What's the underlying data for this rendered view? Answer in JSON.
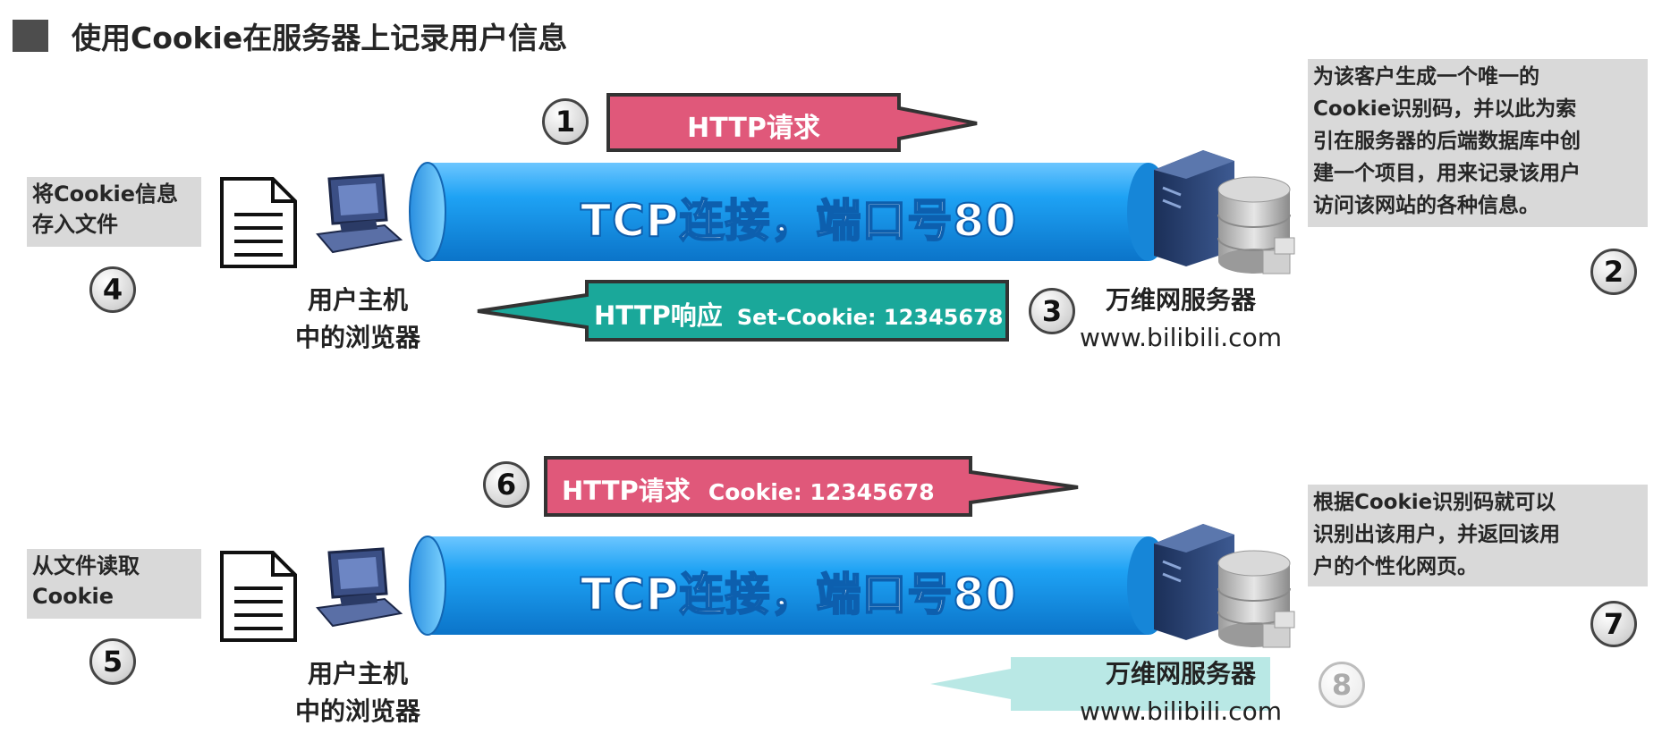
{
  "title": "使用Cookie在服务器上记录用户信息",
  "tcp_label": "TCP连接，端口号80",
  "top": {
    "step1": "1",
    "request_label": "HTTP请求",
    "step3": "3",
    "response_label": "HTTP响应",
    "response_detail": "Set-Cookie: 12345678",
    "note_left": [
      "将Cookie信息",
      "存入文件"
    ],
    "step4": "4",
    "host_label": [
      "用户主机",
      "中的浏览器"
    ],
    "server_label": [
      "万维网服务器",
      "www.bilibili.com"
    ],
    "note_right": [
      "为该客户生成一个唯一的",
      "Cookie识别码，并以此为索",
      "引在服务器的后端数据库中创",
      "建一个项目，用来记录该用户",
      "访问该网站的各种信息。"
    ],
    "step2": "2"
  },
  "bottom": {
    "step6": "6",
    "request_label": "HTTP请求",
    "request_detail": "Cookie: 12345678",
    "note_left": [
      "从文件读取",
      "Cookie"
    ],
    "step5": "5",
    "host_label": [
      "用户主机",
      "中的浏览器"
    ],
    "server_label": [
      "万维网服务器",
      "www.bilibili.com"
    ],
    "note_right": [
      "根据Cookie识别码就可以",
      "识别出该用户，并返回该用",
      "户的个性化网页。"
    ],
    "step7": "7",
    "step8": "8"
  },
  "colors": {
    "tube": "#1fa0f0",
    "request_arrow": "#e0587a",
    "response_arrow": "#1aa89a",
    "faded_arrow": "#7fd6cf"
  }
}
